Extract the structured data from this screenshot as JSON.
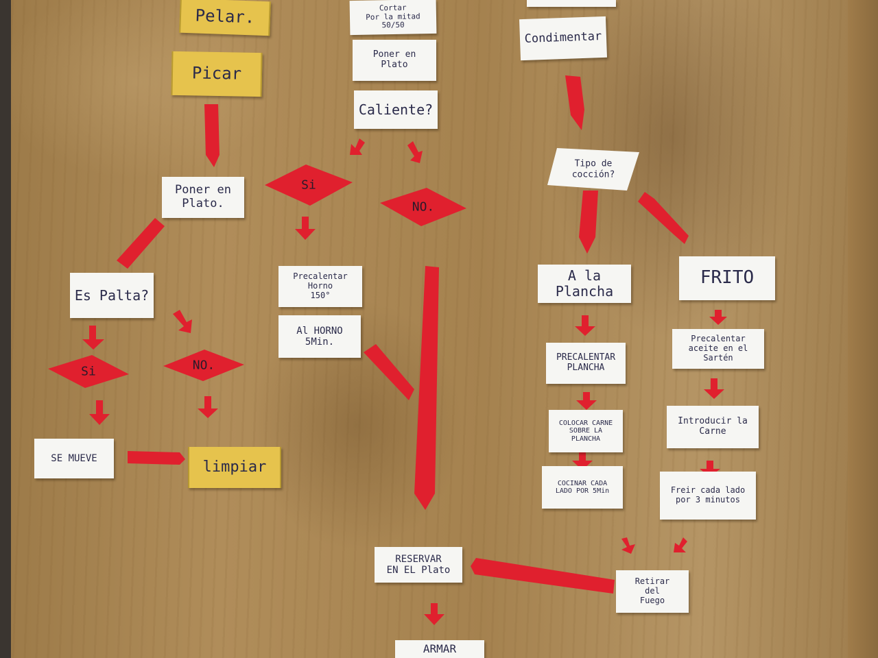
{
  "cards": {
    "pelar": "Pelar.",
    "picar": "Picar",
    "top_mid": "Cortar\nPor la mitad\n50/50",
    "poner_plato_top": "Poner en\nPlato",
    "caliente": "Caliente?",
    "condimentar": "Condimentar",
    "tipo_coccion": "Tipo de\ncocción?",
    "poner_plato": "Poner en\nPlato.",
    "es_palta": "Es Palta?",
    "precalentar_horno": "Precalentar\nHorno\n150°",
    "al_horno": "Al HORNO\n5Min.",
    "a_la_plancha": "A la Plancha",
    "frito": "FRITO",
    "precalentar_plancha": "PRECALENTAR\nPLANCHA",
    "precalentar_aceite": "Precalentar\naceite en el Sartén",
    "colocar_carne": "COLOCAR CARNE\nSOBRE LA\nPLANCHA",
    "introducir_carne": "Introducir la\nCarne",
    "cocinar_cada_lado": "COCINAR CADA\nLADO POR 5Min",
    "freir_cada_lado": "Freir cada lado\npor 3 minutos",
    "se_mueve": "SE MUEVE",
    "limpiar": "limpiar",
    "reservar": "RESERVAR\nEN EL Plato",
    "retirar": "Retirar\ndel\nFuego",
    "armar": "ARMAR"
  },
  "decisions": {
    "si_top": "Si",
    "no_top": "NO.",
    "si_left": "Si",
    "no_left": "NO."
  },
  "colors": {
    "wood": "#a8844f",
    "card_white": "#f6f6f3",
    "card_yellow": "#e6c34d",
    "arrow_red": "#e0202e",
    "ink": "#2a2a4a"
  }
}
